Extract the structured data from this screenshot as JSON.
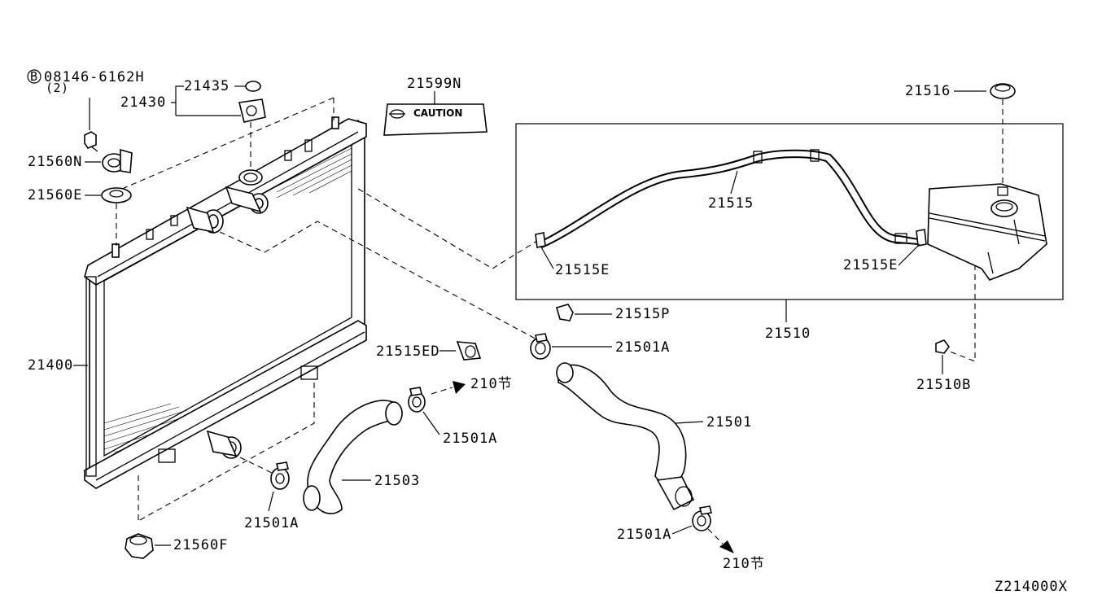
{
  "diagram": {
    "code": "Z214000X",
    "bolt_symbol": "B",
    "caution_text": "CAUTION",
    "labels": {
      "bolt": "08146-6162H",
      "bolt_qty": "(2)",
      "p21435": "21435",
      "p21430": "21430",
      "p21599N": "21599N",
      "p21560N": "21560N",
      "p21560E": "21560E",
      "p21400": "21400",
      "p21560F": "21560F",
      "p21516": "21516",
      "p21515": "21515",
      "p21515E_left": "21515E",
      "p21515E_right": "21515E",
      "p21510": "21510",
      "p21510B": "21510B",
      "p21515P": "21515P",
      "p21515ED": "21515ED",
      "p21501A_upper": "21501A",
      "p21501A_mid": "21501A",
      "p21501A_lower_left": "21501A",
      "p21501A_lower_right": "21501A",
      "p21501": "21501",
      "p21503": "21503",
      "ref_upper": "210节",
      "ref_lower": "210节"
    }
  }
}
